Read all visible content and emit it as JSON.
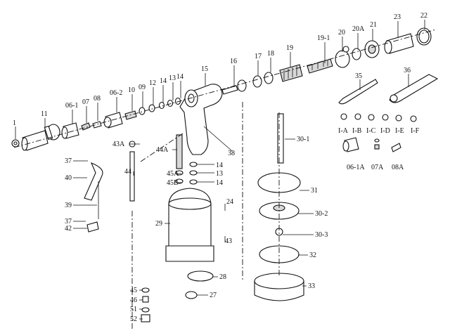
{
  "diagram": {
    "type": "exploded parts diagram",
    "labels": {
      "p1": "1",
      "p11": "11",
      "p06_1": "06-1",
      "p07": "07",
      "p08": "08",
      "p06_2": "06-2",
      "p10": "10",
      "p09": "09",
      "p12": "12",
      "p14a": "14",
      "p13a": "13",
      "p14b": "14",
      "p15": "15",
      "p16": "16",
      "p17": "17",
      "p18": "18",
      "p19": "19",
      "p19_1": "19-1",
      "p20": "20",
      "p20A": "20A",
      "p21": "21",
      "p23": "23",
      "p22": "22",
      "p35": "35",
      "p36": "36",
      "pIA": "I-A",
      "pIB": "I-B",
      "pIC": "I-C",
      "pID": "I-D",
      "pIE": "I-E",
      "pIF": "I-F",
      "p06_1A": "06-1A",
      "p07A": "07A",
      "p08A": "08A",
      "p43A": "43A",
      "p44A": "44A",
      "p44": "44",
      "p45A": "45A",
      "p45B": "45B",
      "p14c": "14",
      "p13b": "13",
      "p14d": "14",
      "p38": "38",
      "p30_1": "30-1",
      "p31": "31",
      "p30_2": "30-2",
      "p30_3": "30-3",
      "p32": "32",
      "p33": "33",
      "p24": "24",
      "p43": "43",
      "p29": "29",
      "p28": "28",
      "p27": "27",
      "p45": "45",
      "p46": "46",
      "p51": "51",
      "p52": "52",
      "p37a": "37",
      "p40": "40",
      "p39": "39",
      "p37b": "37",
      "p42": "42"
    }
  }
}
